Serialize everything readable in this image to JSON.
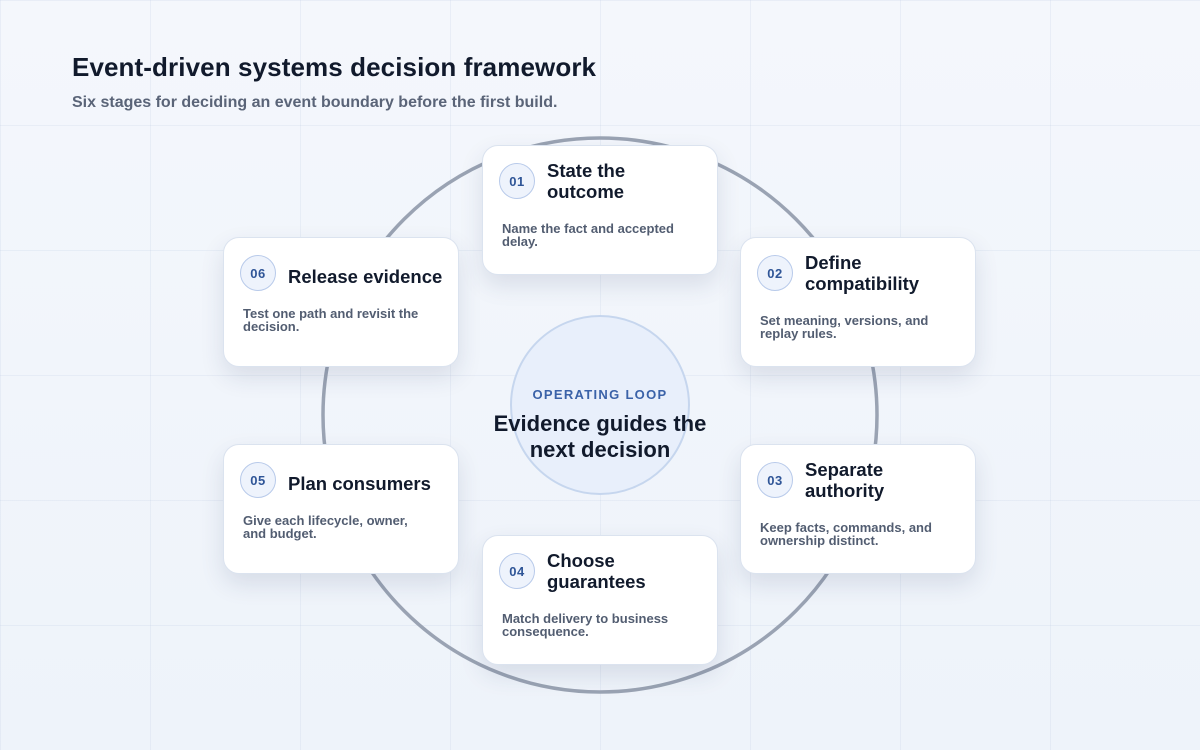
{
  "header": {
    "title": "Event-driven systems decision framework",
    "subtitle": "Six stages for deciding an event boundary before the first build."
  },
  "center": {
    "kicker": "OPERATING LOOP",
    "text": "Evidence guides the next decision"
  },
  "stages": [
    {
      "number": "01",
      "title": "State the outcome",
      "description": "Name the fact and accepted delay."
    },
    {
      "number": "02",
      "title": "Define compatibility",
      "description": "Set meaning, versions, and replay rules."
    },
    {
      "number": "03",
      "title": "Separate authority",
      "description": "Keep facts, commands, and ownership distinct."
    },
    {
      "number": "04",
      "title": "Choose guarantees",
      "description": "Match delivery to business consequence."
    },
    {
      "number": "05",
      "title": "Plan consumers",
      "description": "Give each lifecycle, owner, and budget."
    },
    {
      "number": "06",
      "title": "Release evidence",
      "description": "Test one path and revisit the decision."
    }
  ],
  "colors": {
    "ring": "#9aa3b3",
    "accent": "#3a62a8",
    "title": "#111a2c",
    "muted": "#525d71"
  }
}
